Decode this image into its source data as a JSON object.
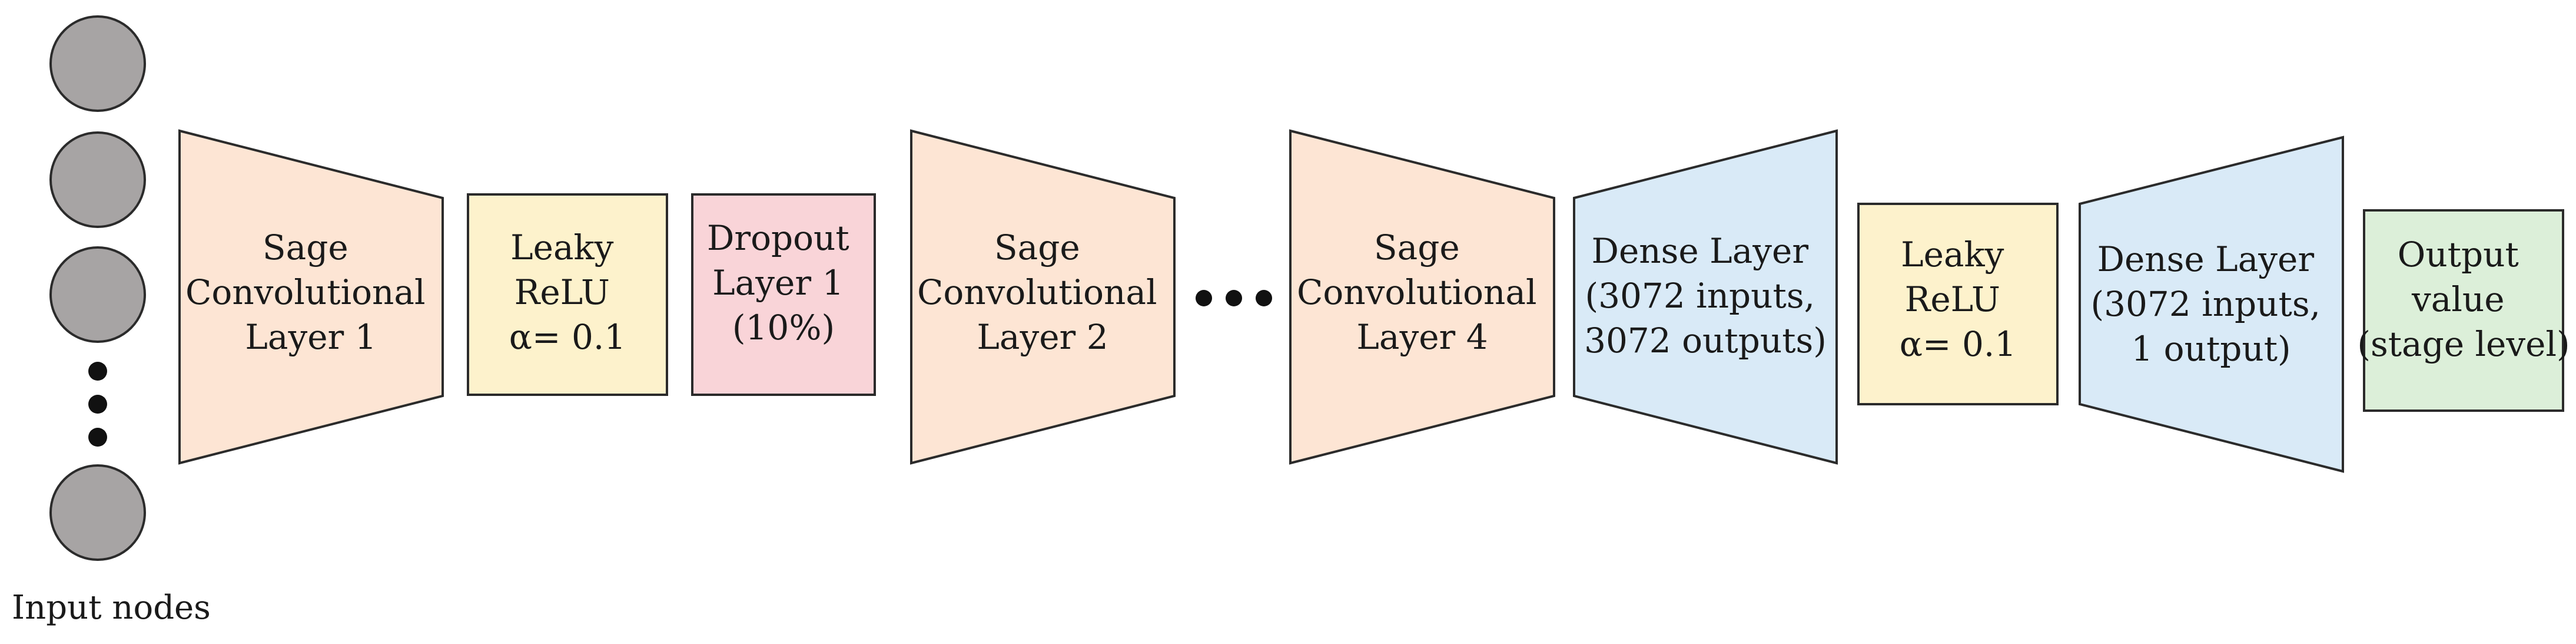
{
  "input": {
    "caption": "Input nodes",
    "node_color": "#a7a4a4"
  },
  "layers": [
    {
      "kind": "sage",
      "lines": [
        "Sage",
        "Convolutional",
        "Layer 1"
      ]
    },
    {
      "kind": "leaky",
      "lines": [
        "Leaky",
        "ReLU",
        "α= 0.1"
      ]
    },
    {
      "kind": "dropout",
      "lines": [
        "Dropout",
        "Layer 1",
        "(10%)"
      ]
    },
    {
      "kind": "sage",
      "lines": [
        "Sage",
        "Convolutional",
        "Layer 2"
      ]
    },
    {
      "kind": "sage",
      "lines": [
        "Sage",
        "Convolutional",
        "Layer 4"
      ]
    },
    {
      "kind": "dense",
      "lines": [
        "Dense Layer",
        "(3072 inputs,",
        "3072 outputs)"
      ]
    },
    {
      "kind": "leaky",
      "lines": [
        "Leaky",
        "ReLU",
        "α= 0.1"
      ]
    },
    {
      "kind": "dense",
      "lines": [
        "Dense Layer",
        "(3072 inputs,",
        "1 output)"
      ]
    },
    {
      "kind": "output",
      "lines": [
        "Output",
        "value",
        "(stage level)"
      ]
    }
  ],
  "colors": {
    "sage": "#fde5d4",
    "leaky": "#fdf2cc",
    "dropout": "#f9d4d8",
    "dense": "#d9eaf7",
    "output": "#dcefd9",
    "stroke": "#2b2b2b"
  }
}
